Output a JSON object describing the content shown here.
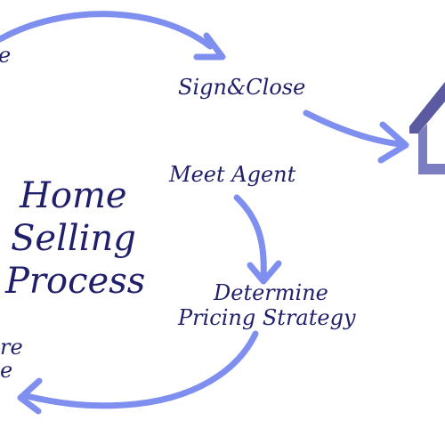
{
  "diagram": {
    "title_lines": [
      "Home",
      "Selling",
      "Process"
    ],
    "steps": {
      "top_left_partial": "e",
      "sign_close": "Sign&Close",
      "meet_agent": "Meet Agent",
      "determine_line1": "Determine",
      "determine_line2": "Pricing Strategy",
      "bottom_left_partial_line1": "re",
      "bottom_left_partial_line2": "e"
    },
    "icons": [
      "house-icon"
    ],
    "colors": {
      "arrow": "#7f8ff0",
      "text": "#1f1f6b",
      "house_dark": "#5b5aa0",
      "house_light": "#7c7cc0"
    }
  }
}
